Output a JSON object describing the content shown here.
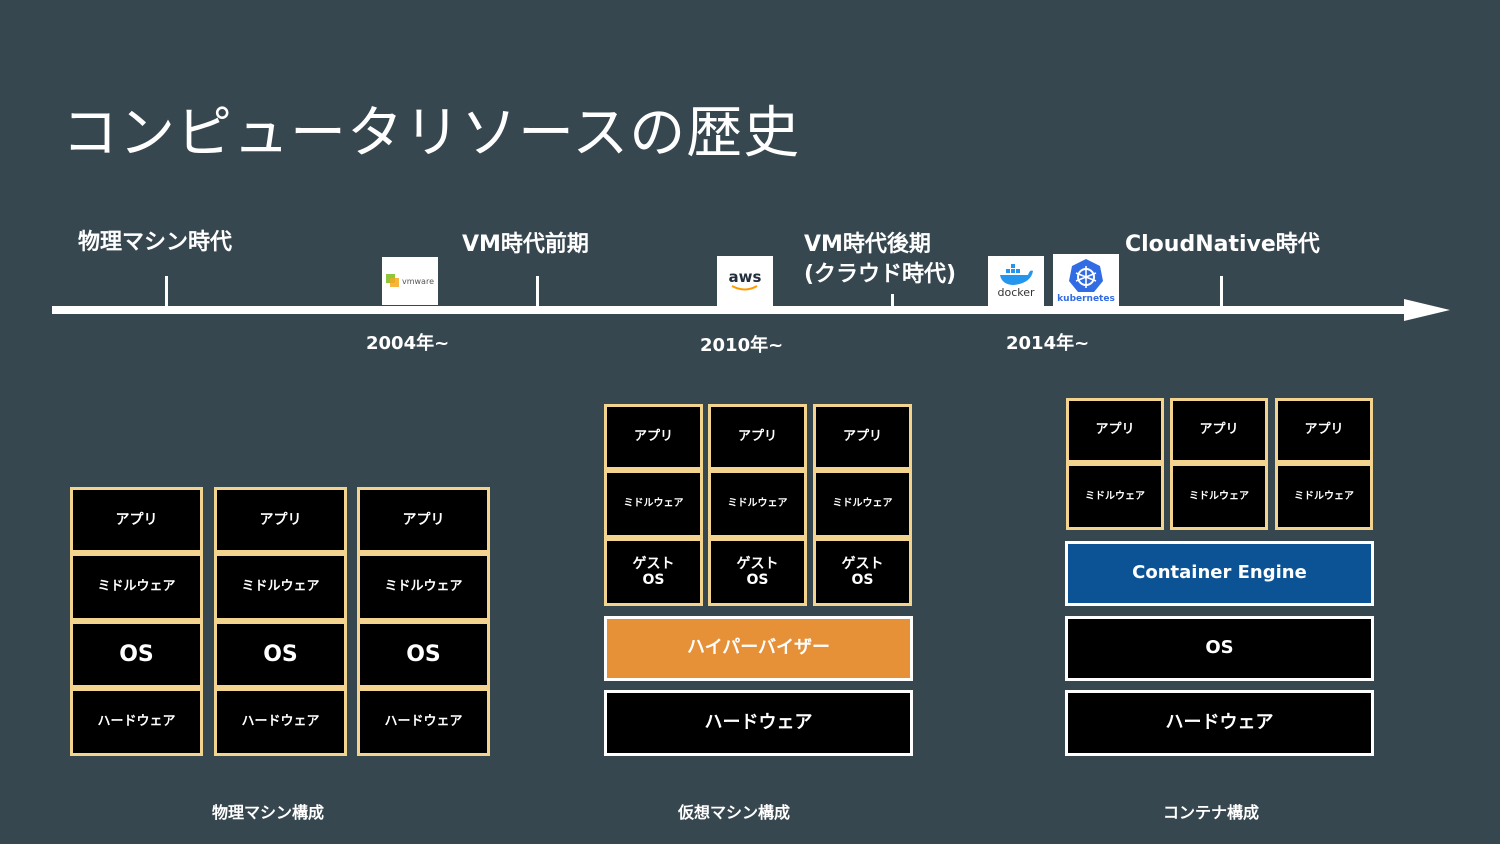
{
  "title": "コンピュータリソースの歴史",
  "timeline": {
    "eras": [
      "物理マシン時代",
      "VM時代前期",
      "VM時代後期\n(クラウド時代)",
      "CloudNative時代"
    ],
    "years": [
      "2004年~",
      "2010年~",
      "2014年~"
    ],
    "logos": {
      "vmware": "vmware",
      "aws": "aws",
      "docker": "docker",
      "kubernetes": "kubernetes"
    }
  },
  "physical": {
    "caption": "物理マシン構成",
    "layers": {
      "app": "アプリ",
      "middleware": "ミドルウェア",
      "os": "OS",
      "hardware": "ハードウェア"
    }
  },
  "virtual": {
    "caption": "仮想マシン構成",
    "layers": {
      "app": "アプリ",
      "middleware": "ミドルウェア",
      "guest_os": "ゲスト\nOS",
      "hypervisor": "ハイパーバイザー",
      "hardware": "ハードウェア"
    }
  },
  "container": {
    "caption": "コンテナ構成",
    "layers": {
      "app": "アプリ",
      "middleware": "ミドルウェア",
      "engine": "Container Engine",
      "os": "OS",
      "hardware": "ハードウェア"
    }
  },
  "colors": {
    "background": "#37474f",
    "border_gold": "#f3d48e",
    "hypervisor": "#e69138",
    "engine": "#0b5394"
  }
}
